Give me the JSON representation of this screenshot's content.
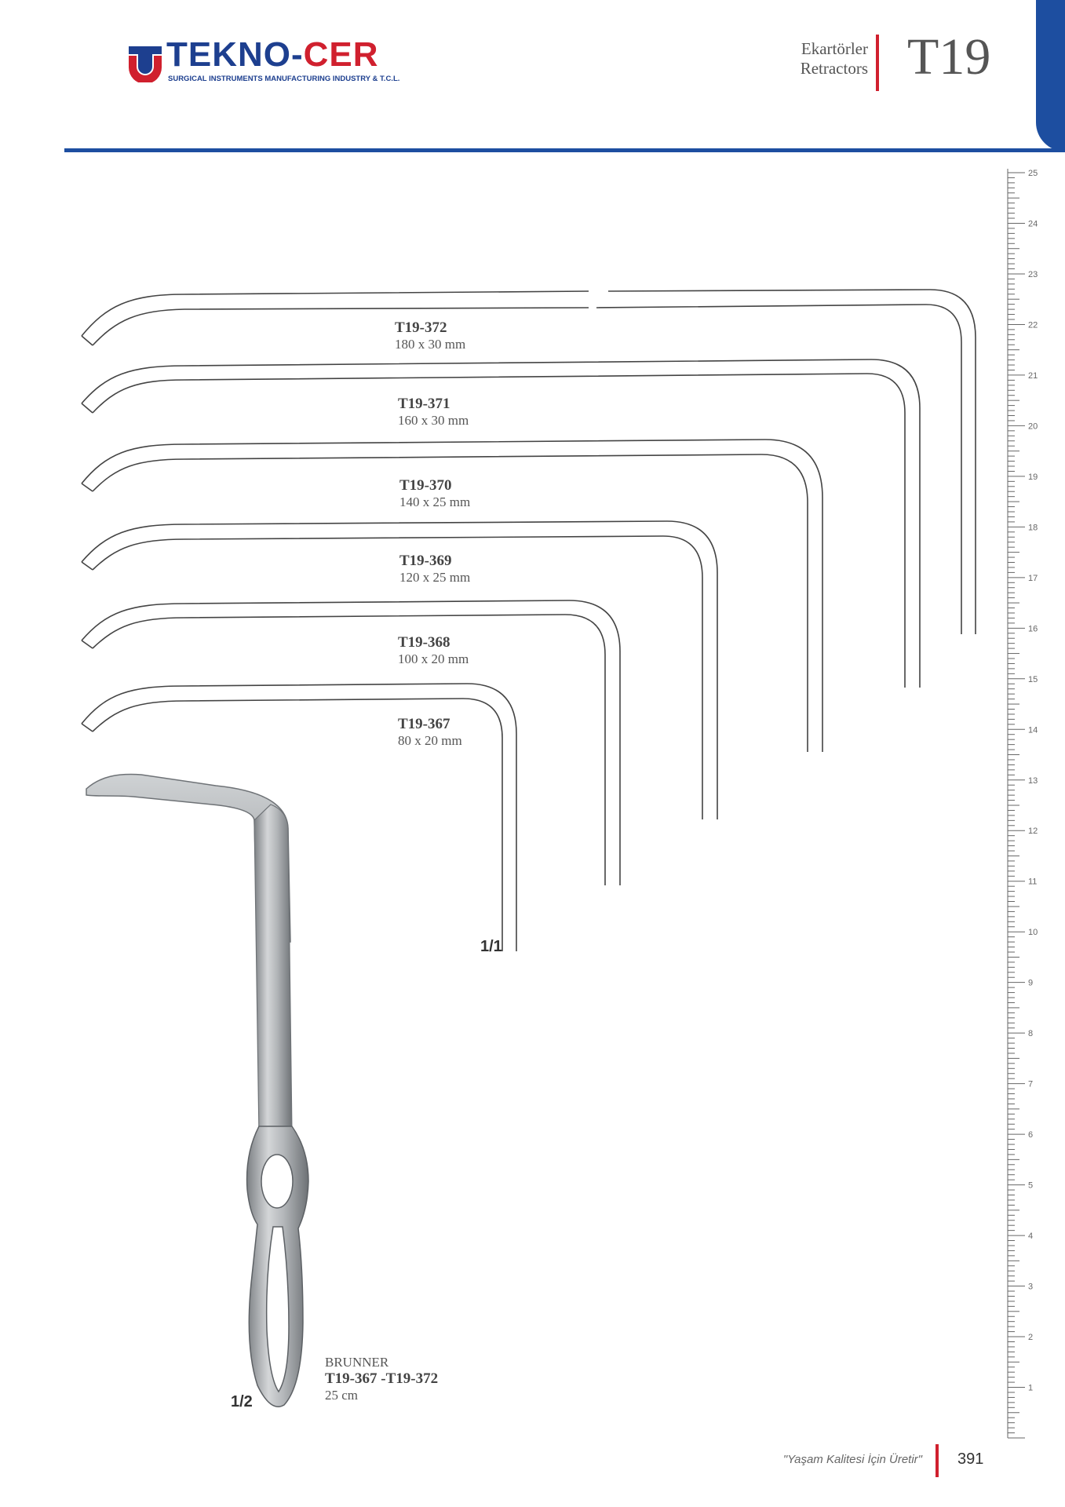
{
  "header": {
    "brand_name_main": "TEKNO-",
    "brand_name_accent": "CER",
    "brand_tagline": "SURGICAL INSTRUMENTS MANUFACTURING INDUSTRY & T.C.L.",
    "category_tr": "Ekartörler",
    "category_en": "Retractors",
    "section_code": "T19"
  },
  "products": [
    {
      "code": "T19-372",
      "size": "180 x 30 mm"
    },
    {
      "code": "T19-371",
      "size": "160 x 30 mm"
    },
    {
      "code": "T19-370",
      "size": "140 x 25 mm"
    },
    {
      "code": "T19-369",
      "size": "120 x 25 mm"
    },
    {
      "code": "T19-368",
      "size": "100 x 20 mm"
    },
    {
      "code": "T19-367",
      "size": "80 x 20 mm"
    }
  ],
  "scale_full": "1/1",
  "scale_half": "1/2",
  "instrument": {
    "name": "BRUNNER",
    "code_range": "T19-367 -T19-372",
    "length": "25  cm"
  },
  "ruler": {
    "unit": "cm",
    "labels": [
      "25",
      "24",
      "23",
      "22",
      "21",
      "20",
      "19",
      "18",
      "17",
      "16",
      "15",
      "14",
      "13",
      "12",
      "11",
      "10",
      "9",
      "8",
      "7",
      "6",
      "5",
      "4",
      "3",
      "2",
      "1"
    ]
  },
  "footer": {
    "motto": "\"Yaşam Kalitesi İçin Üretir\"",
    "page_number": "391"
  },
  "colors": {
    "brand_blue": "#1d4ea0",
    "brand_red": "#d0202e"
  }
}
